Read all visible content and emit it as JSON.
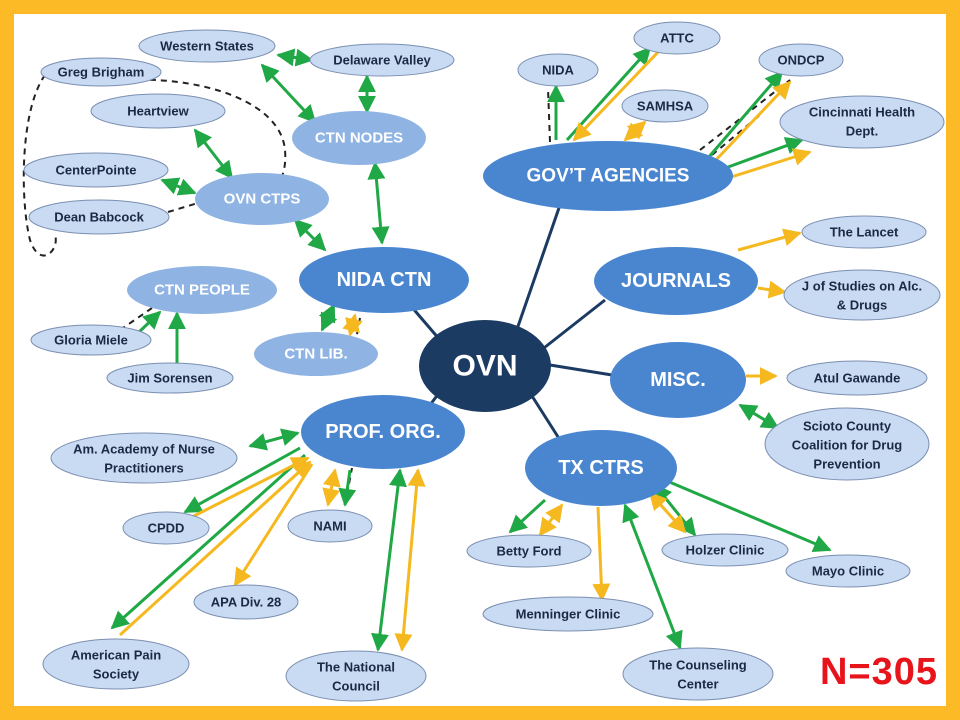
{
  "count_label": "N=305",
  "colors": {
    "frame": "#fdba27",
    "center_fill": "#1b3b63",
    "hub_fill": "#4a86d0",
    "mid_fill": "#8fb4e3",
    "leaf_fill": "#c9daf3",
    "green_arrow": "#1fa845",
    "yellow_arrow": "#f5b81e",
    "hub_line": "#1b3b63",
    "dashed_line": "#222222"
  },
  "nodes": {
    "ovn": "OVN",
    "nida_ctn": "NIDA CTN",
    "govt_agencies": "GOV’T AGENCIES",
    "journals": "JOURNALS",
    "misc": "MISC.",
    "tx_ctrs": "TX CTRS",
    "prof_org": "PROF. ORG.",
    "ctn_nodes": "CTN NODES",
    "ovn_ctps": "OVN CTPS",
    "ctn_lib": "CTN LIB.",
    "ctn_people": "CTN PEOPLE",
    "western_states": "Western States",
    "delaware_valley": "Delaware Valley",
    "greg_brigham": "Greg Brigham",
    "heartview": "Heartview",
    "centerpointe": "CenterPointe",
    "dean_babcock": "Dean Babcock",
    "gloria_miele": "Gloria Miele",
    "jim_sorensen": "Jim Sorensen",
    "nida": "NIDA",
    "attc": "ATTC",
    "samhsa": "SAMHSA",
    "ondcp": "ONDCP",
    "cincinnati": [
      "Cincinnati Health",
      "Dept."
    ],
    "lancet": "The Lancet",
    "j_studies": [
      "J of Studies on Alc.",
      "& Drugs"
    ],
    "atul": "Atul Gawande",
    "scioto": [
      "Scioto County",
      "Coalition for Drug",
      "Prevention"
    ],
    "betty_ford": "Betty Ford",
    "holzer": "Holzer Clinic",
    "mayo": "Mayo Clinic",
    "menninger": "Menninger Clinic",
    "counseling": [
      "The Counseling",
      "Center"
    ],
    "aanp": [
      "Am. Academy of Nurse",
      "Practitioners"
    ],
    "cpdd": "CPDD",
    "nami": "NAMI",
    "apa": "APA Div. 28",
    "aps": [
      "American Pain",
      "Society"
    ],
    "natl_council": [
      "The National",
      "Council"
    ]
  }
}
